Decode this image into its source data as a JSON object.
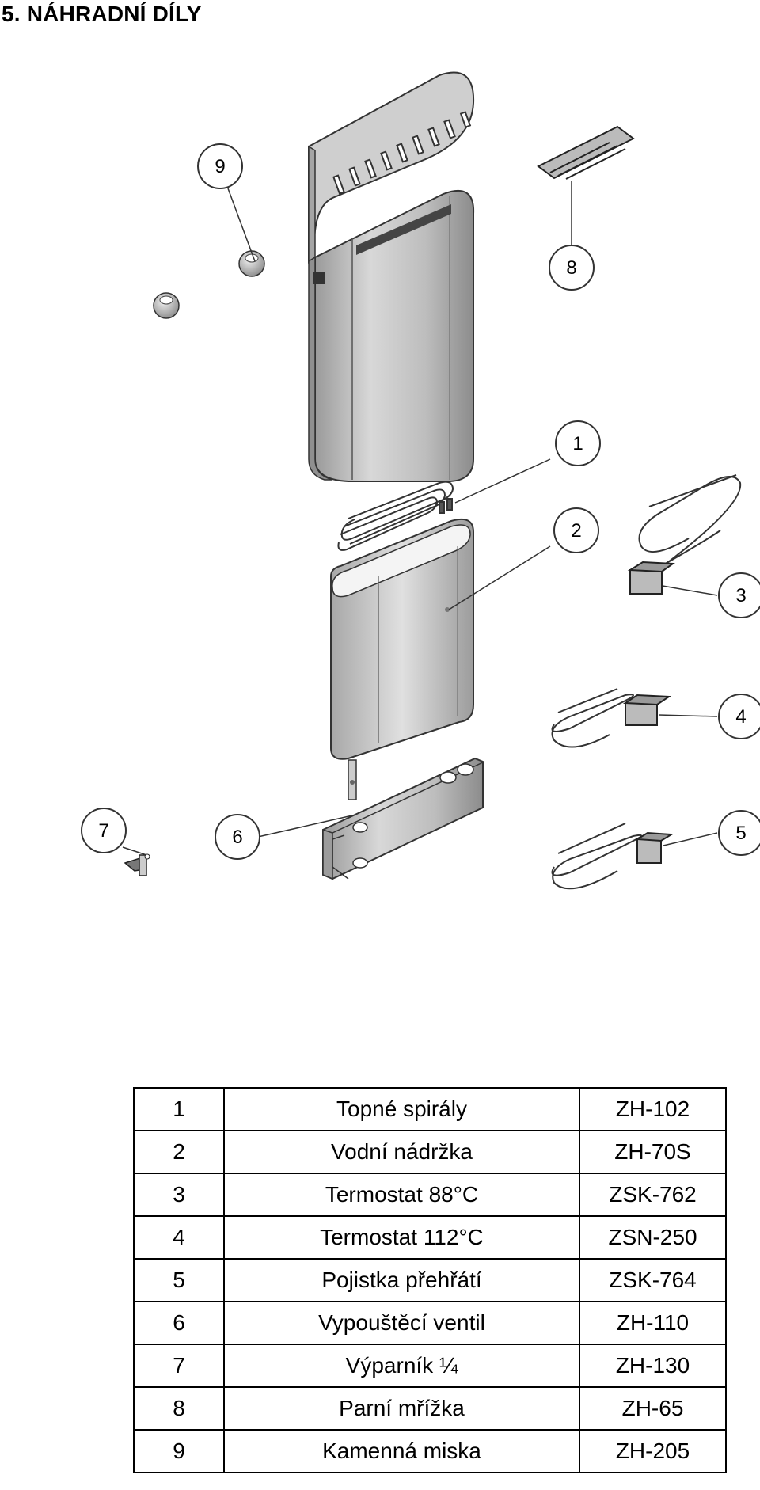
{
  "heading": "5. NÁHRADNÍ DÍLY",
  "callouts": [
    "1",
    "2",
    "3",
    "4",
    "5",
    "6",
    "7",
    "8",
    "9"
  ],
  "parts": [
    {
      "num": "1",
      "name": "Topné spirály",
      "code": "ZH-102"
    },
    {
      "num": "2",
      "name": "Vodní nádržka",
      "code": "ZH-70S"
    },
    {
      "num": "3",
      "name": "Termostat 88°C",
      "code": "ZSK-762"
    },
    {
      "num": "4",
      "name": "Termostat 112°C",
      "code": "ZSN-250"
    },
    {
      "num": "5",
      "name": "Pojistka přehřátí",
      "code": "ZSK-764"
    },
    {
      "num": "6",
      "name": "Vypouštěcí ventil",
      "code": "ZH-110"
    },
    {
      "num": "7",
      "name": "Výparník ¼",
      "code": "ZH-130"
    },
    {
      "num": "8",
      "name": "Parní mřížka",
      "code": "ZH-65"
    },
    {
      "num": "9",
      "name": "Kamenná miska",
      "code": "ZH-205"
    }
  ]
}
